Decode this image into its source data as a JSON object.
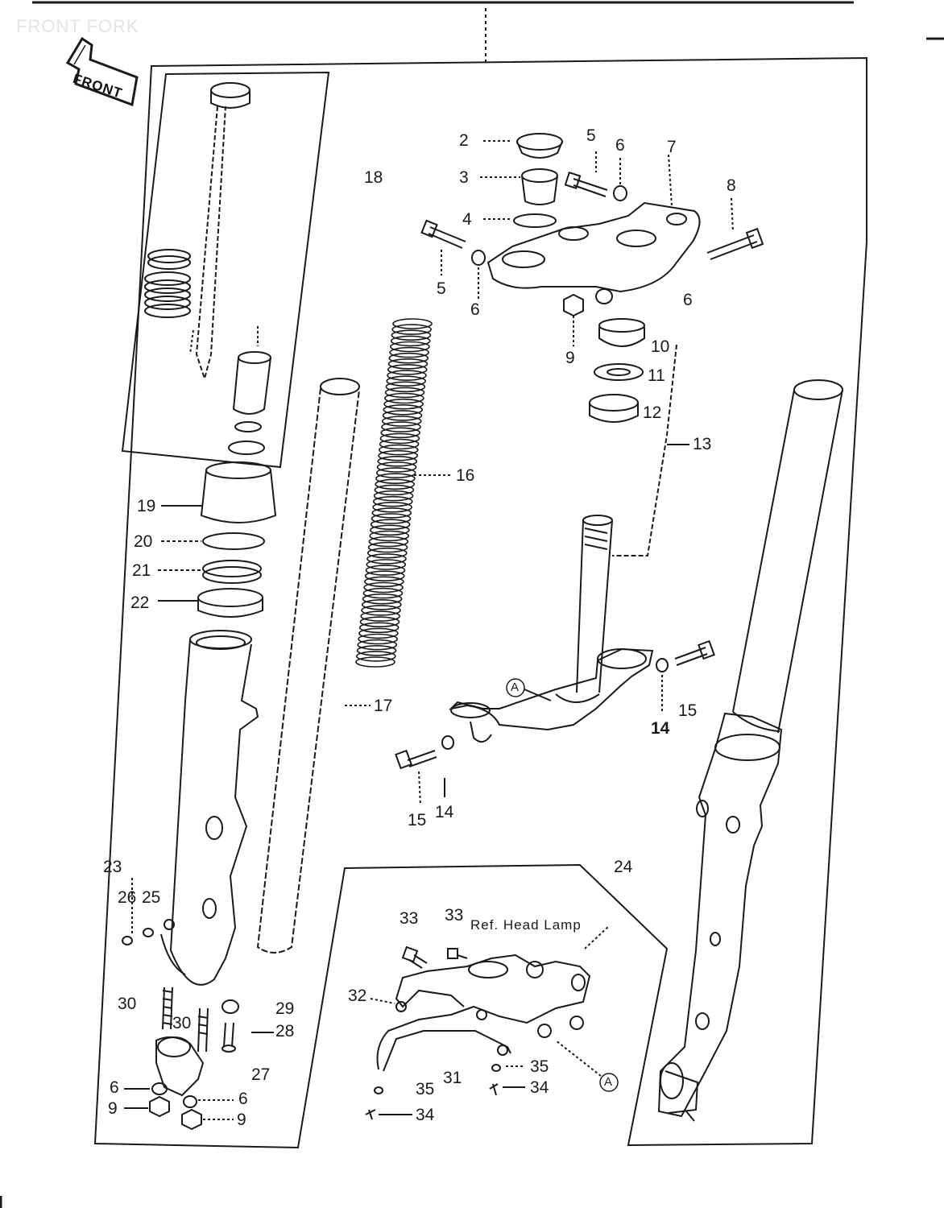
{
  "page_title": "FRONT FORK",
  "front_arrow_label": "FRONT",
  "ref_note": "Ref. Head Lamp",
  "ref_marker": "A",
  "callouts": {
    "c2": "2",
    "c3": "3",
    "c4": "4",
    "c5a": "5",
    "c5b": "5",
    "c6a": "6",
    "c6b": "6",
    "c6c": "6",
    "c6d": "6",
    "c6e": "6",
    "c7": "7",
    "c8": "8",
    "c9a": "9",
    "c9b": "9",
    "c9c": "9",
    "c10": "10",
    "c11": "11",
    "c12": "12",
    "c13": "13",
    "c14a": "14",
    "c14b": "14",
    "c15a": "15",
    "c15b": "15",
    "c16": "16",
    "c17": "17",
    "c18": "18",
    "c19": "19",
    "c20": "20",
    "c21": "21",
    "c22": "22",
    "c23": "23",
    "c24": "24",
    "c25": "25",
    "c26": "26",
    "c27": "27",
    "c28": "28",
    "c29": "29",
    "c30a": "30",
    "c30b": "30",
    "c31": "31",
    "c32": "32",
    "c33a": "33",
    "c33b": "33",
    "c34a": "34",
    "c34b": "34",
    "c35a": "35",
    "c35b": "35"
  },
  "colors": {
    "ink": "#1a1a1a",
    "paper": "#ffffff",
    "faded_title": "#e4e4e4"
  }
}
